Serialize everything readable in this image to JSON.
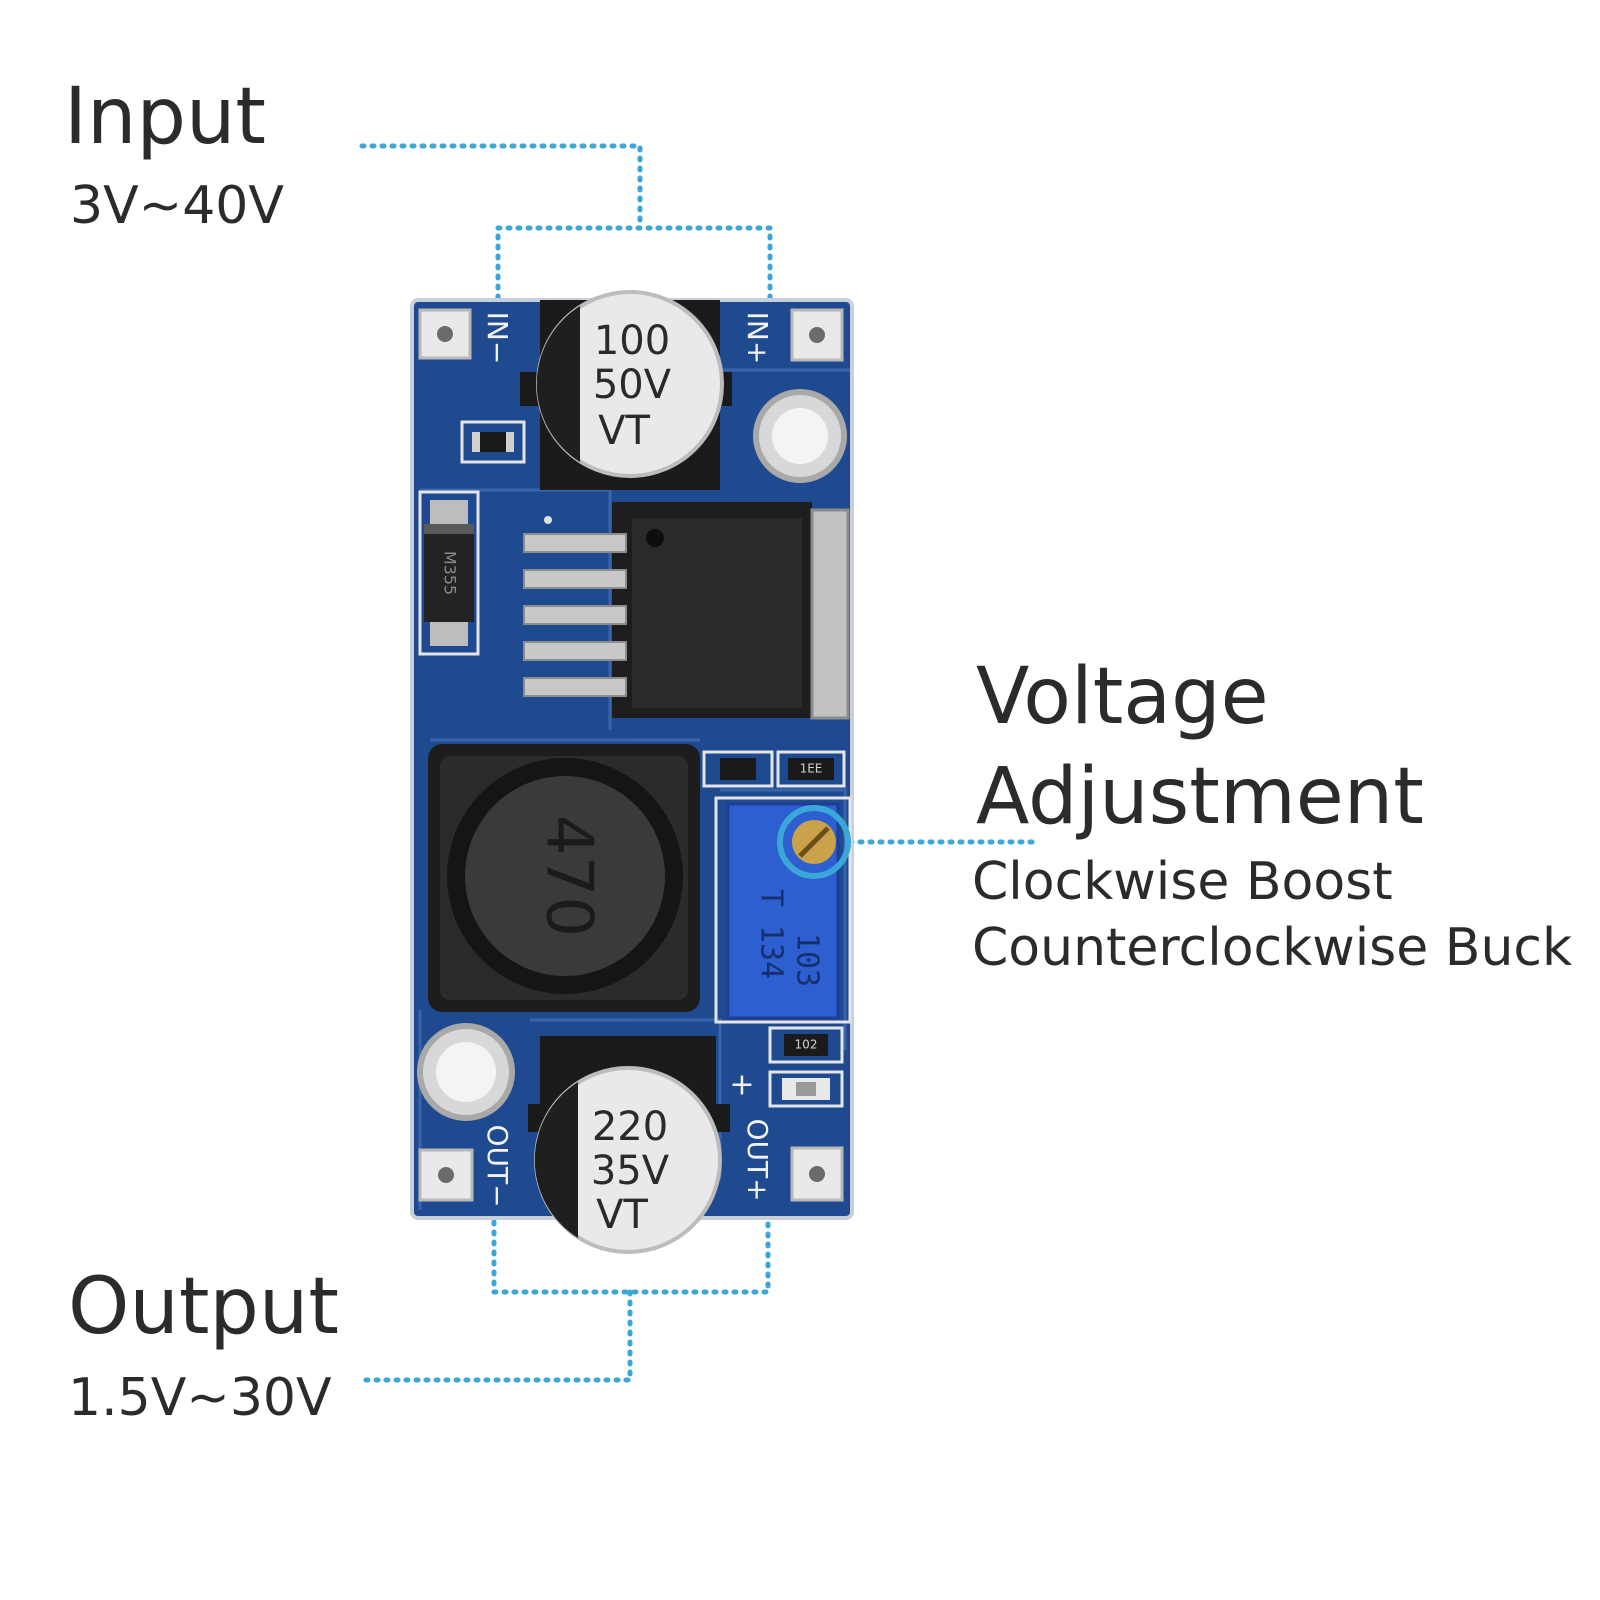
{
  "input": {
    "title": "Input",
    "range": "3V~40V"
  },
  "output": {
    "title": "Output",
    "range": "1.5V~30V"
  },
  "voltage_adjustment": {
    "title_line1": "Voltage",
    "title_line2": "Adjustment",
    "clockwise": "Clockwise Boost",
    "counterclockwise": "Counterclockwise Buck"
  },
  "board": {
    "pins": {
      "in_minus": "IN−",
      "in_plus": "IN+",
      "out_minus": "OUT−",
      "out_plus": "OUT+",
      "plus_mark": "+"
    },
    "cap_input": {
      "line1": "100",
      "line2": "50V",
      "line3": "VT"
    },
    "cap_output": {
      "line1": "220",
      "line2": "35V",
      "line3": "VT"
    },
    "inductor_label": "470",
    "diode_label": "M355",
    "pot_label_1": "103",
    "pot_label_2": "T 134",
    "resistor_label_1": "1EE",
    "resistor_label_2": "102"
  },
  "colors": {
    "pcb_blue": "#1f4a8f",
    "leader_dots": "#3aa7d8",
    "pot_blue": "#2e5fd0",
    "text": "#2b2b2b"
  }
}
